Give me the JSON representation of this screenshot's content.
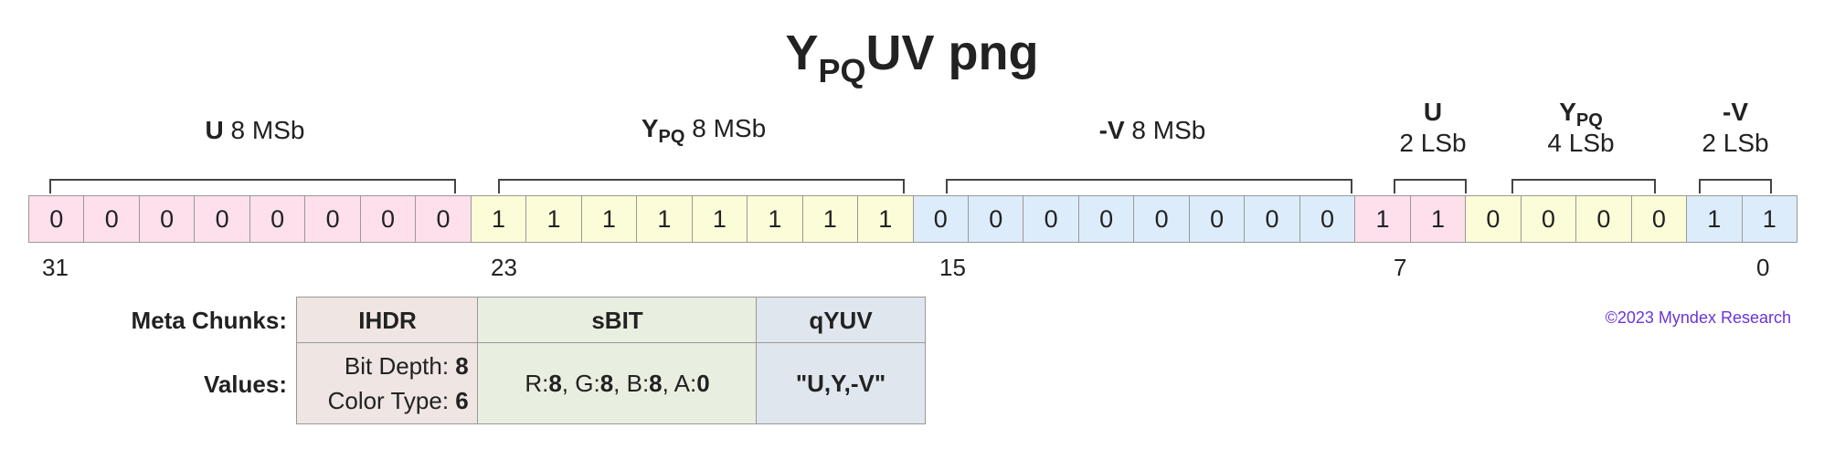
{
  "title": {
    "main": "Y",
    "sub": "PQ",
    "rest": "UV png"
  },
  "groups": [
    {
      "id": "u-msb",
      "name": "U",
      "sub": "",
      "detail": " 8 MSb",
      "bits": [
        0,
        0,
        0,
        0,
        0,
        0,
        0,
        0
      ]
    },
    {
      "id": "y-msb",
      "name": "Y",
      "sub": "PQ",
      "detail": " 8 MSb",
      "bits": [
        1,
        1,
        1,
        1,
        1,
        1,
        1,
        1
      ]
    },
    {
      "id": "v-msb",
      "name": "-V",
      "sub": "",
      "detail": " 8 MSb",
      "bits": [
        0,
        0,
        0,
        0,
        0,
        0,
        0,
        0
      ]
    },
    {
      "id": "u-lsb",
      "name": "U",
      "sub": "",
      "detail": "2 LSb",
      "bits": [
        1,
        1
      ]
    },
    {
      "id": "y-lsb",
      "name": "Y",
      "sub": "PQ",
      "detail": "4 LSb",
      "bits": [
        0,
        0,
        0,
        0
      ]
    },
    {
      "id": "v-lsb",
      "name": "-V",
      "sub": "",
      "detail": "2 LSb",
      "bits": [
        1,
        1
      ]
    }
  ],
  "bit_indices": [
    "31",
    "23",
    "15",
    "7",
    "0"
  ],
  "meta": {
    "row1_label": "Meta Chunks:",
    "row2_label": "Values:",
    "ihdr": {
      "header": "IHDR",
      "line1_label": "Bit Depth: ",
      "line1_value": "8",
      "line2_label": "Color Type: ",
      "line2_value": "6"
    },
    "sbit": {
      "header": "sBIT",
      "r_label": "R: ",
      "r": "8",
      "g_label": ", G: ",
      "g": "8",
      "b_label": ", B: ",
      "b": "8",
      "a_label": ", A: ",
      "a": "0"
    },
    "qyuv": {
      "header": "qYUV",
      "value": "\"U,Y,-V\""
    }
  },
  "copyright": "©2023 Myndex Research",
  "colors": {
    "u": "#fde0ec",
    "y": "#fdfcd8",
    "v": "#dcecfb"
  }
}
